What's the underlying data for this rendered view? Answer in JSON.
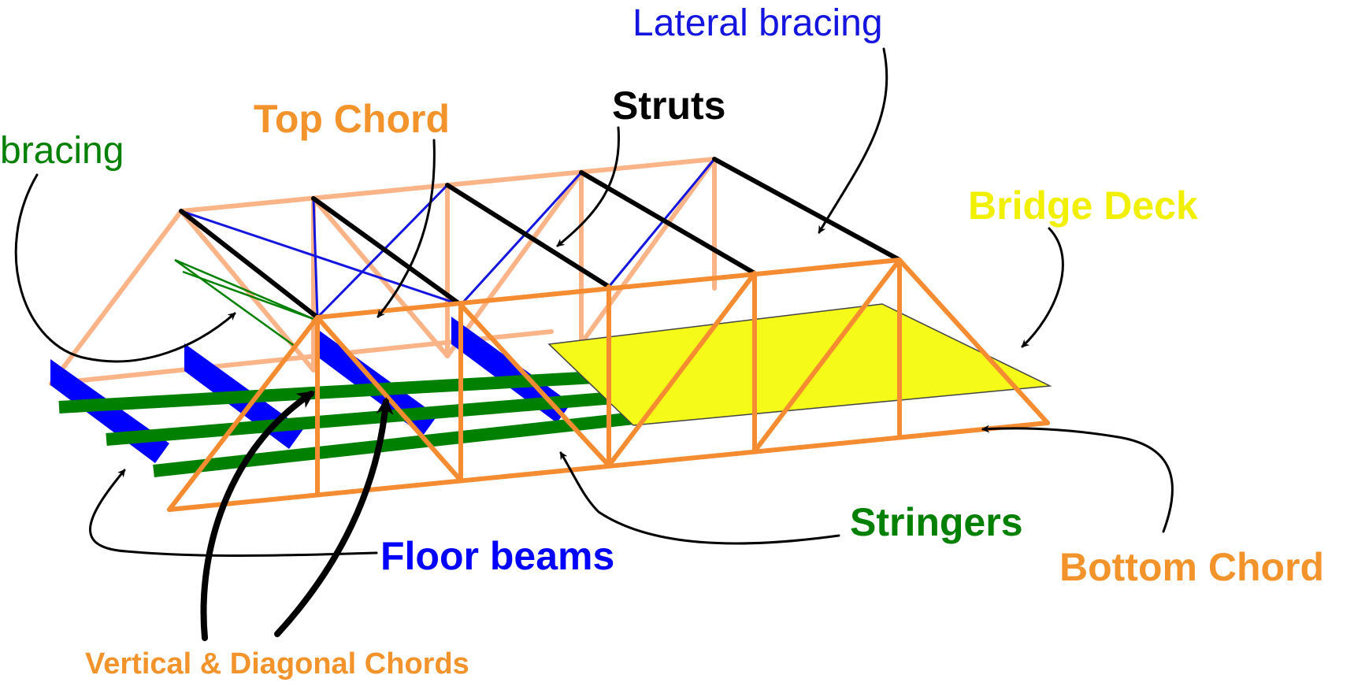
{
  "labels": {
    "lateral_bracing": "Lateral bracing",
    "struts": "Struts",
    "top_chord": "Top Chord",
    "bracing": "bracing",
    "bridge_deck": "Bridge Deck",
    "stringers": "Stringers",
    "floor_beams": "Floor beams",
    "bottom_chord": "Bottom Chord",
    "vertical_diagonal": "Vertical & Diagonal Chords"
  },
  "colors": {
    "truss_orange": "#f58c32",
    "truss_far": "#fbb388",
    "floor_beam_blue": "#0000ff",
    "stringer_green": "#008000",
    "bracing_green": "#008000",
    "deck_yellow": "#f5fa19",
    "strut_black": "#000000",
    "lateral_blue": "#1515e0",
    "label_orange": "#f3932c",
    "label_yellow": "#f0f000"
  }
}
